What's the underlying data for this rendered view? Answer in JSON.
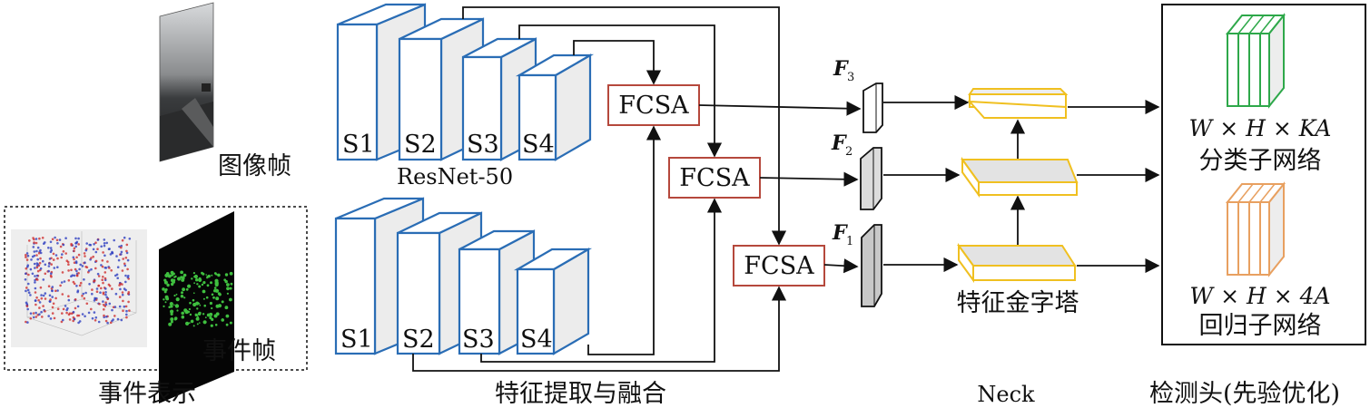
{
  "inputs": {
    "image_frame_label": "图像帧",
    "event_frame_label": "事件帧",
    "event_repr_label": "事件表示"
  },
  "backbone": {
    "name": "ResNet-50",
    "stages": [
      "S1",
      "S2",
      "S3",
      "S4"
    ]
  },
  "fusion": {
    "module_label": "FCSA",
    "section_label": "特征提取与融合"
  },
  "features": {
    "f3": "F",
    "f3_sub": "3",
    "f2": "F",
    "f2_sub": "2",
    "f1": "F",
    "f1_sub": "1"
  },
  "neck": {
    "pyramid_label": "特征金字塔",
    "section_label": "Neck"
  },
  "head": {
    "cls_shape": "W × H × KA",
    "cls_label": "分类子网络",
    "reg_shape": "W × H × 4A",
    "reg_label": "回归子网络",
    "section_label": "检测头(先验优化)"
  },
  "colors": {
    "backbone_edge": "#2a6db5",
    "fcsa_edge": "#b5483c",
    "pyramid_edge": "#f0c020",
    "cls_edge": "#2ea84a",
    "reg_edge": "#e8a060"
  }
}
